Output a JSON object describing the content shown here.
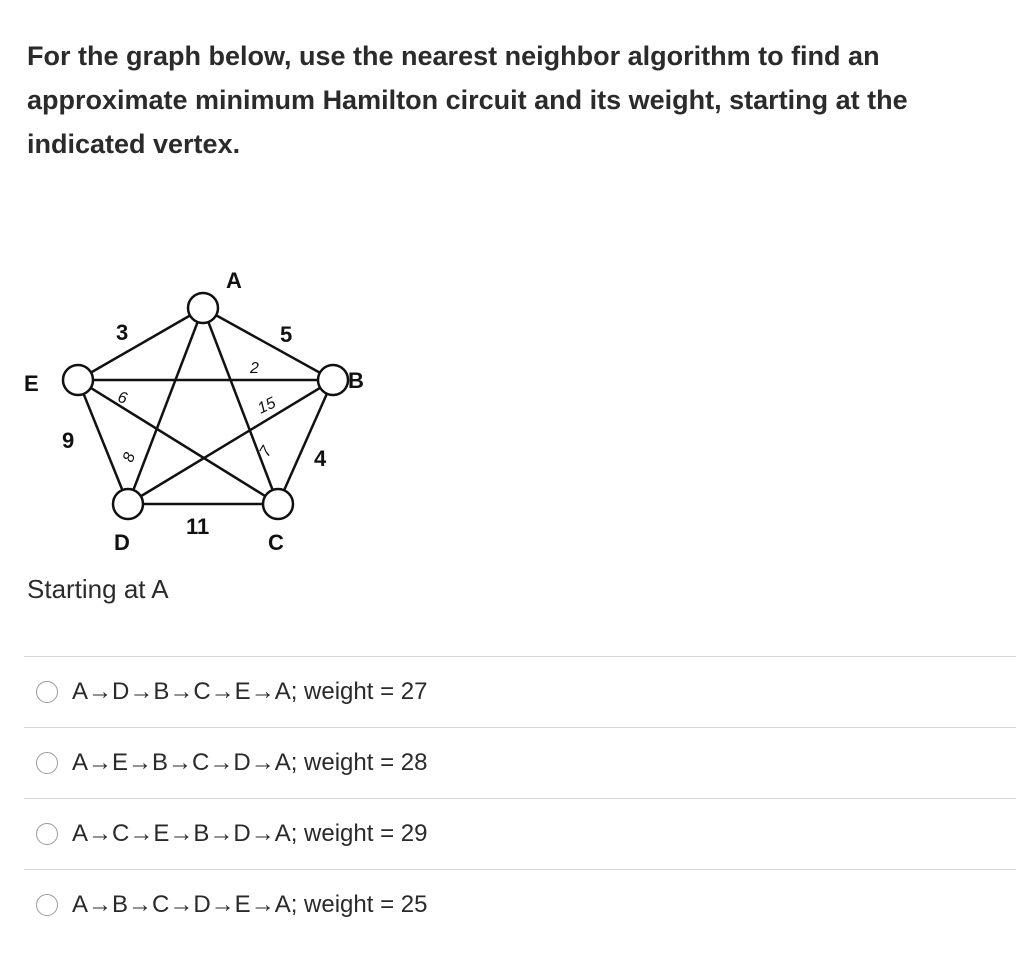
{
  "question": {
    "text": "For the graph below, use the nearest neighbor algorithm to find an approximate minimum Hamilton circuit and its weight, starting at the indicated vertex."
  },
  "graph": {
    "vertices": {
      "A": "A",
      "B": "B",
      "C": "C",
      "D": "D",
      "E": "E"
    },
    "weights": {
      "AE": "3",
      "AB": "5",
      "AD": "2",
      "BE": "15",
      "BC": "4",
      "BD": "7",
      "CE": "6",
      "ED": "9",
      "EC": "8",
      "DC": "11"
    }
  },
  "prompt": {
    "starting": "Starting at A"
  },
  "options": [
    {
      "label": "A→D→B→C→E→A; weight = 27"
    },
    {
      "label": "A→E→B→C→D→A; weight = 28"
    },
    {
      "label": "A→C→E→B→D→A; weight = 29"
    },
    {
      "label": "A→B→C→D→E→A; weight = 25"
    }
  ]
}
